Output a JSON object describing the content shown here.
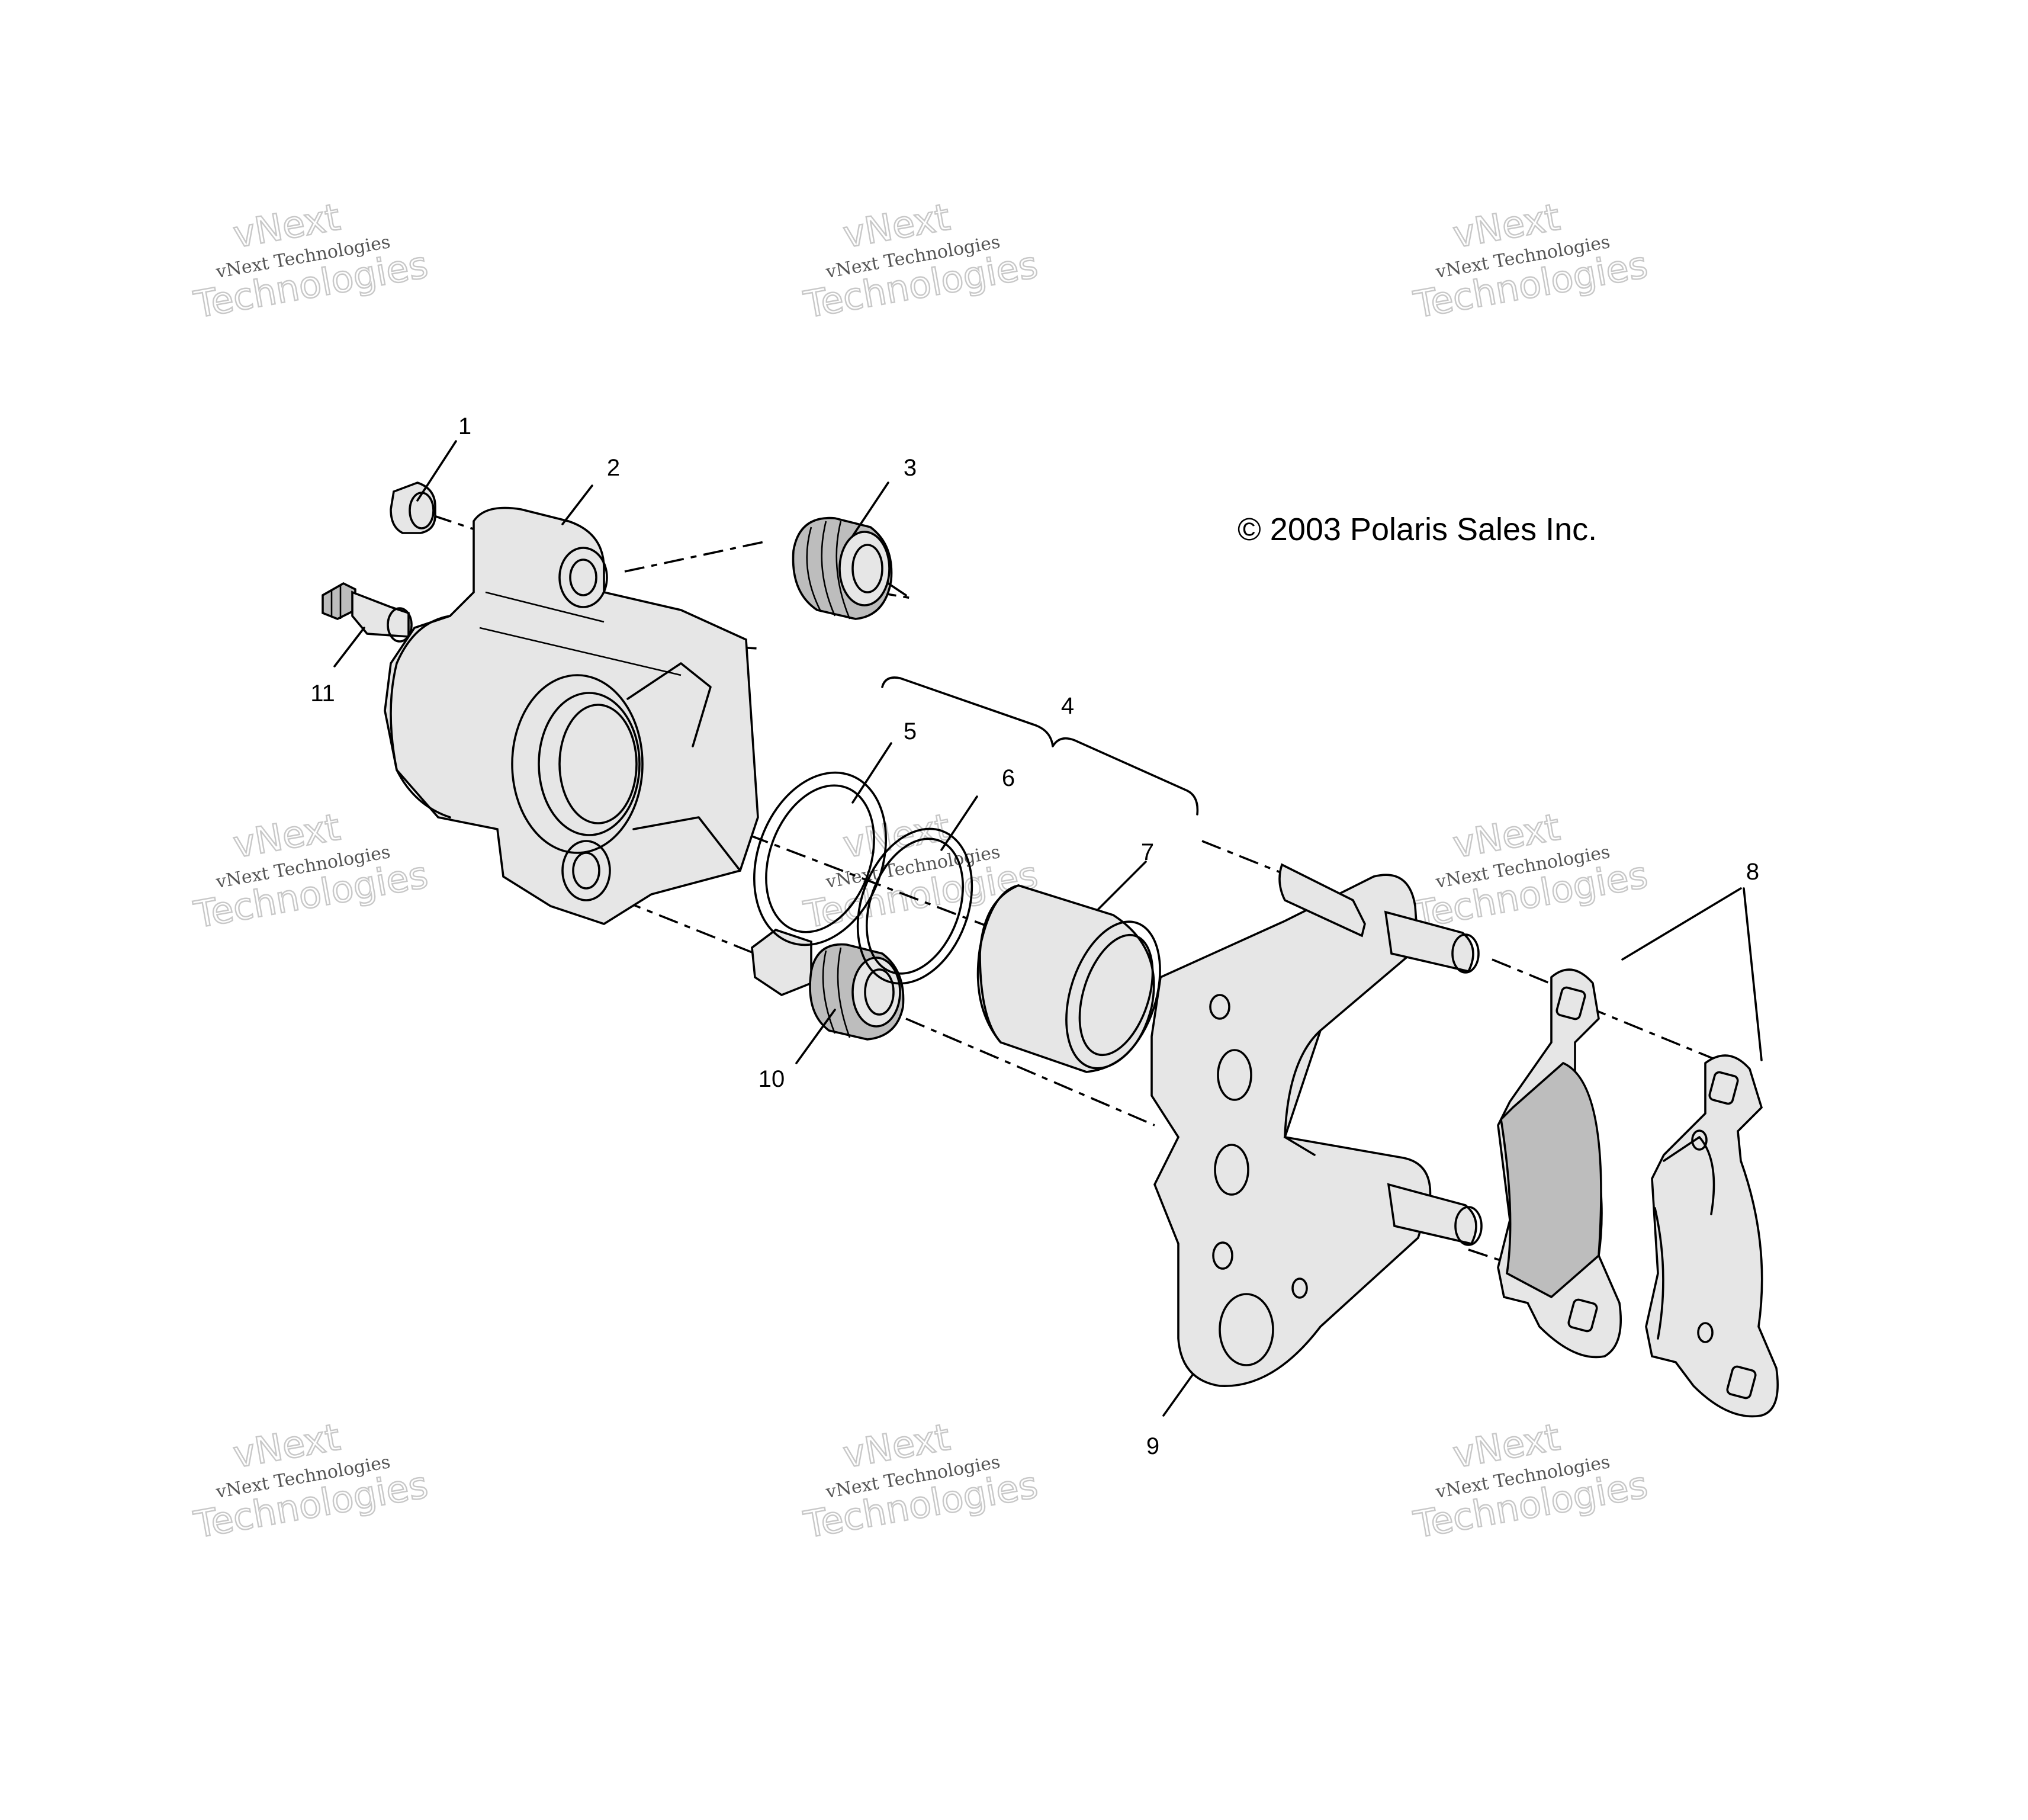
{
  "diagram": {
    "copyright": "© 2003 Polaris Sales Inc.",
    "callouts": [
      "1",
      "2",
      "3",
      "4",
      "5",
      "6",
      "7",
      "8",
      "9",
      "10",
      "11"
    ],
    "watermark": {
      "line1": "vNext Technologies",
      "line2": "vNext",
      "line3": "Technologies"
    }
  }
}
